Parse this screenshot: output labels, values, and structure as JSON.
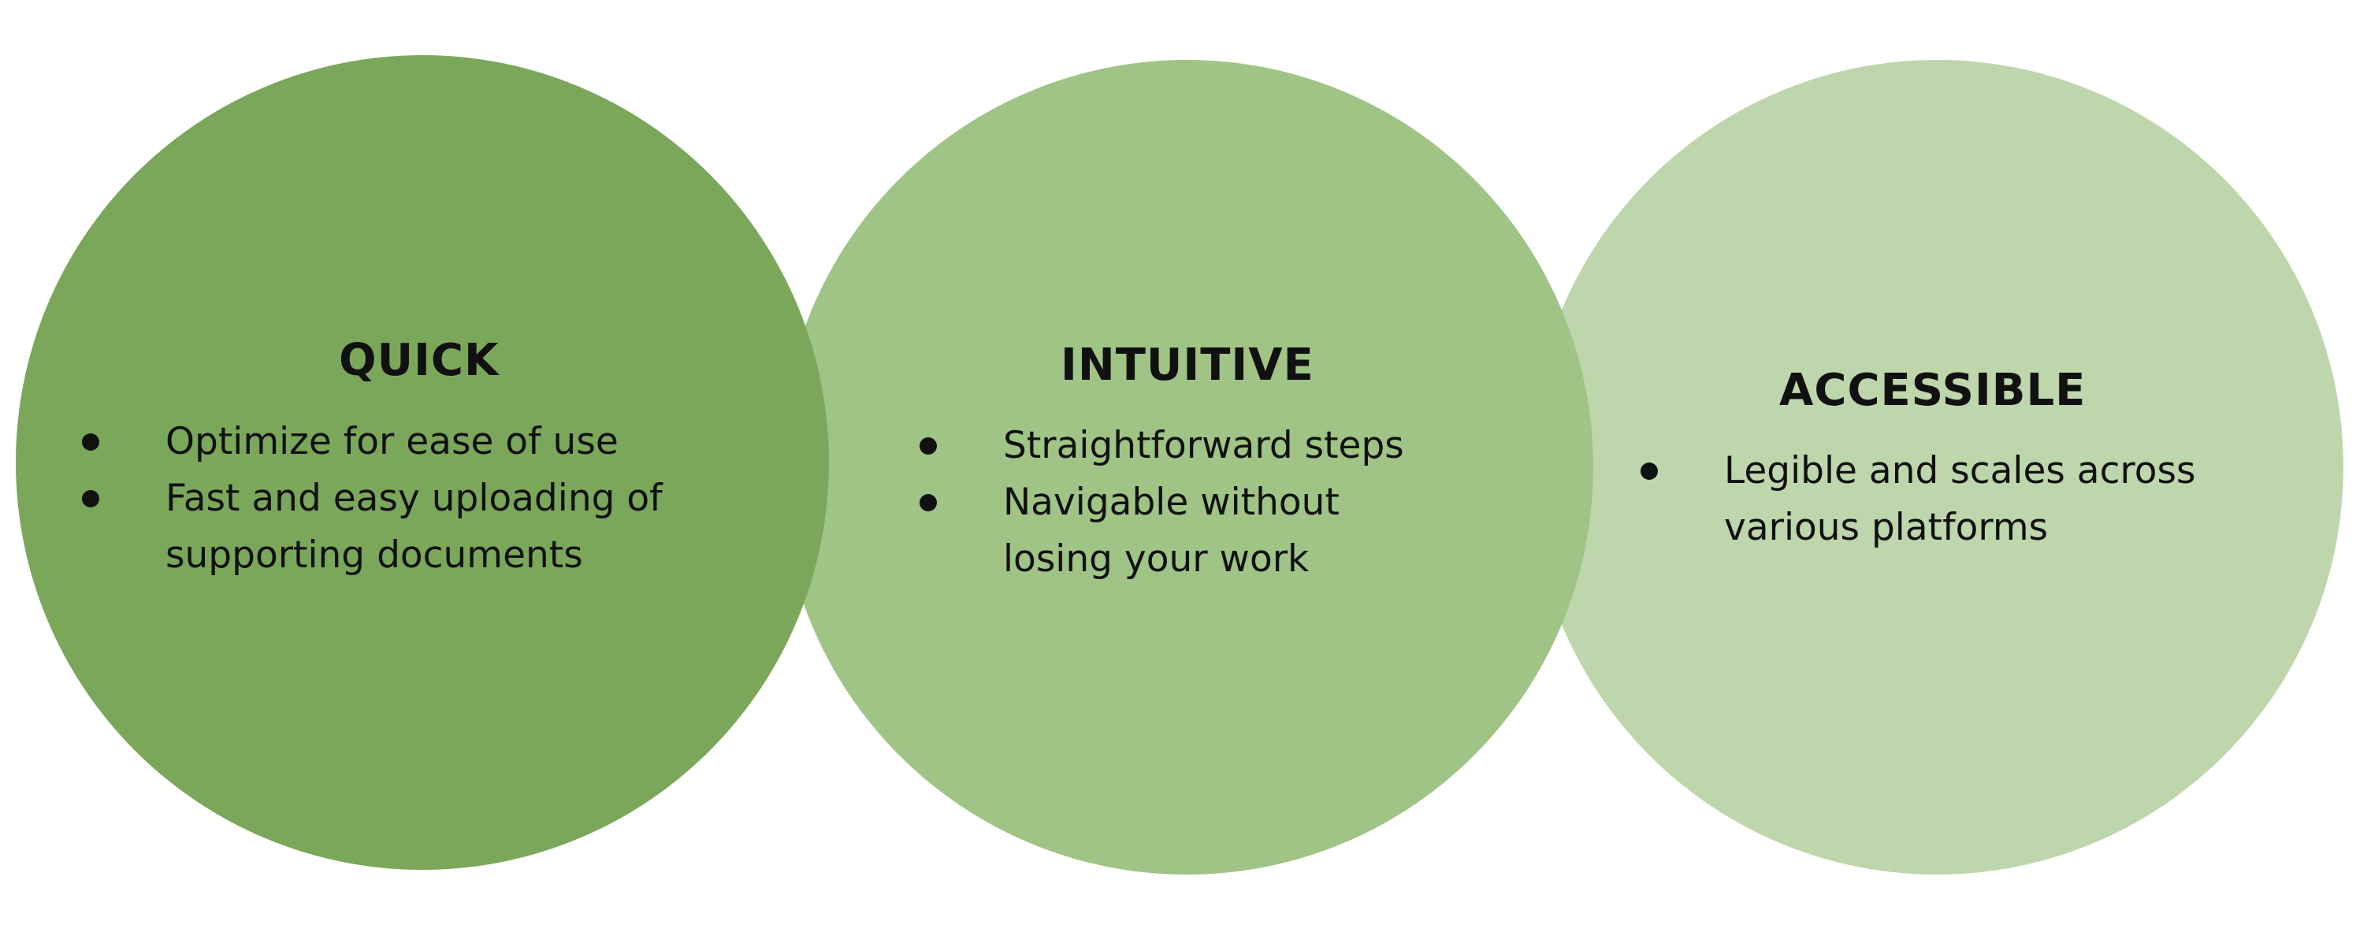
{
  "colors": {
    "background": "#ffffff",
    "quick_circle": "#7ba75b",
    "intuitive_circle": "#a0c386",
    "accessible_circle": "#bdd6ab",
    "text": "#111111"
  },
  "pillars": [
    {
      "id": "quick",
      "title": "QUICK",
      "bullets": [
        {
          "lines": [
            "Optimize for ease of use"
          ]
        },
        {
          "lines": [
            "Fast and easy uploading of",
            "supporting documents"
          ]
        }
      ]
    },
    {
      "id": "intuitive",
      "title": "INTUITIVE",
      "bullets": [
        {
          "lines": [
            "Straightforward steps"
          ]
        },
        {
          "lines": [
            "Navigable without",
            "losing your work"
          ]
        }
      ]
    },
    {
      "id": "accessible",
      "title": "ACCESSIBLE",
      "bullets": [
        {
          "lines": [
            "Legible and scales across",
            "various platforms"
          ]
        }
      ]
    }
  ]
}
